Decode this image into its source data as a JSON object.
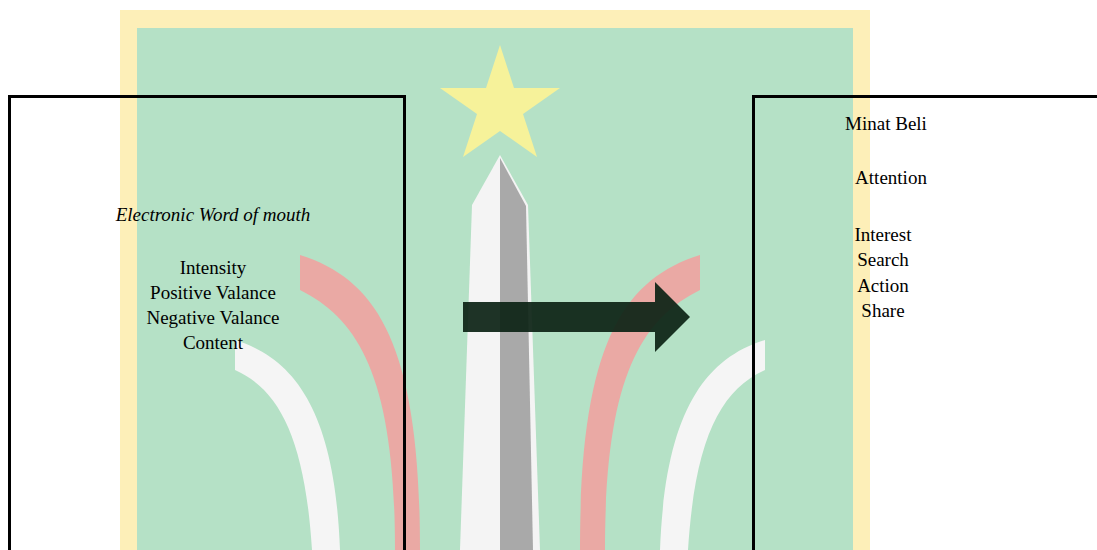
{
  "diagram": {
    "nodes": [
      {
        "text": [
          "Electronic Word of mouth",
          "Intensity",
          "Positive Valance",
          "Negative Valance",
          "Content"
        ]
      },
      {
        "text": [
          "Minat Beli",
          "Attention",
          "Interest",
          "Search",
          "Action",
          "Share"
        ]
      }
    ],
    "edges": [
      {
        "from": 0,
        "to": 1,
        "arrow": "to"
      }
    ]
  }
}
